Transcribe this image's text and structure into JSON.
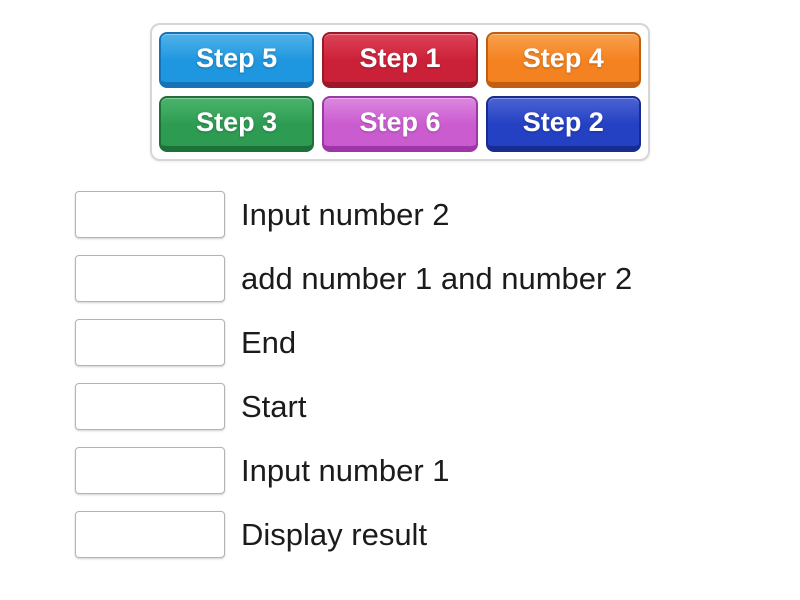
{
  "page": {
    "background_color": "#ffffff"
  },
  "tray": {
    "chips": [
      {
        "label": "Step 5",
        "color_main": "#1f97e0",
        "color_light": "#4fb2e9",
        "color_dark": "#1474b7"
      },
      {
        "label": "Step 1",
        "color_main": "#cb2138",
        "color_light": "#dd4256",
        "color_dark": "#9c1728"
      },
      {
        "label": "Step 4",
        "color_main": "#f58220",
        "color_light": "#f8a04b",
        "color_dark": "#c25e12"
      },
      {
        "label": "Step 3",
        "color_main": "#2d9c52",
        "color_light": "#4bb36c",
        "color_dark": "#1d7038"
      },
      {
        "label": "Step 6",
        "color_main": "#cb5cd0",
        "color_light": "#dc86e0",
        "color_dark": "#9d36a6"
      },
      {
        "label": "Step 2",
        "color_main": "#2441c4",
        "color_light": "#4a63d3",
        "color_dark": "#172c91"
      }
    ]
  },
  "rows": [
    {
      "label": "Input number 2"
    },
    {
      "label": "add number 1 and number 2"
    },
    {
      "label": "End"
    },
    {
      "label": "Start"
    },
    {
      "label": "Input number 1"
    },
    {
      "label": "Display result"
    }
  ]
}
